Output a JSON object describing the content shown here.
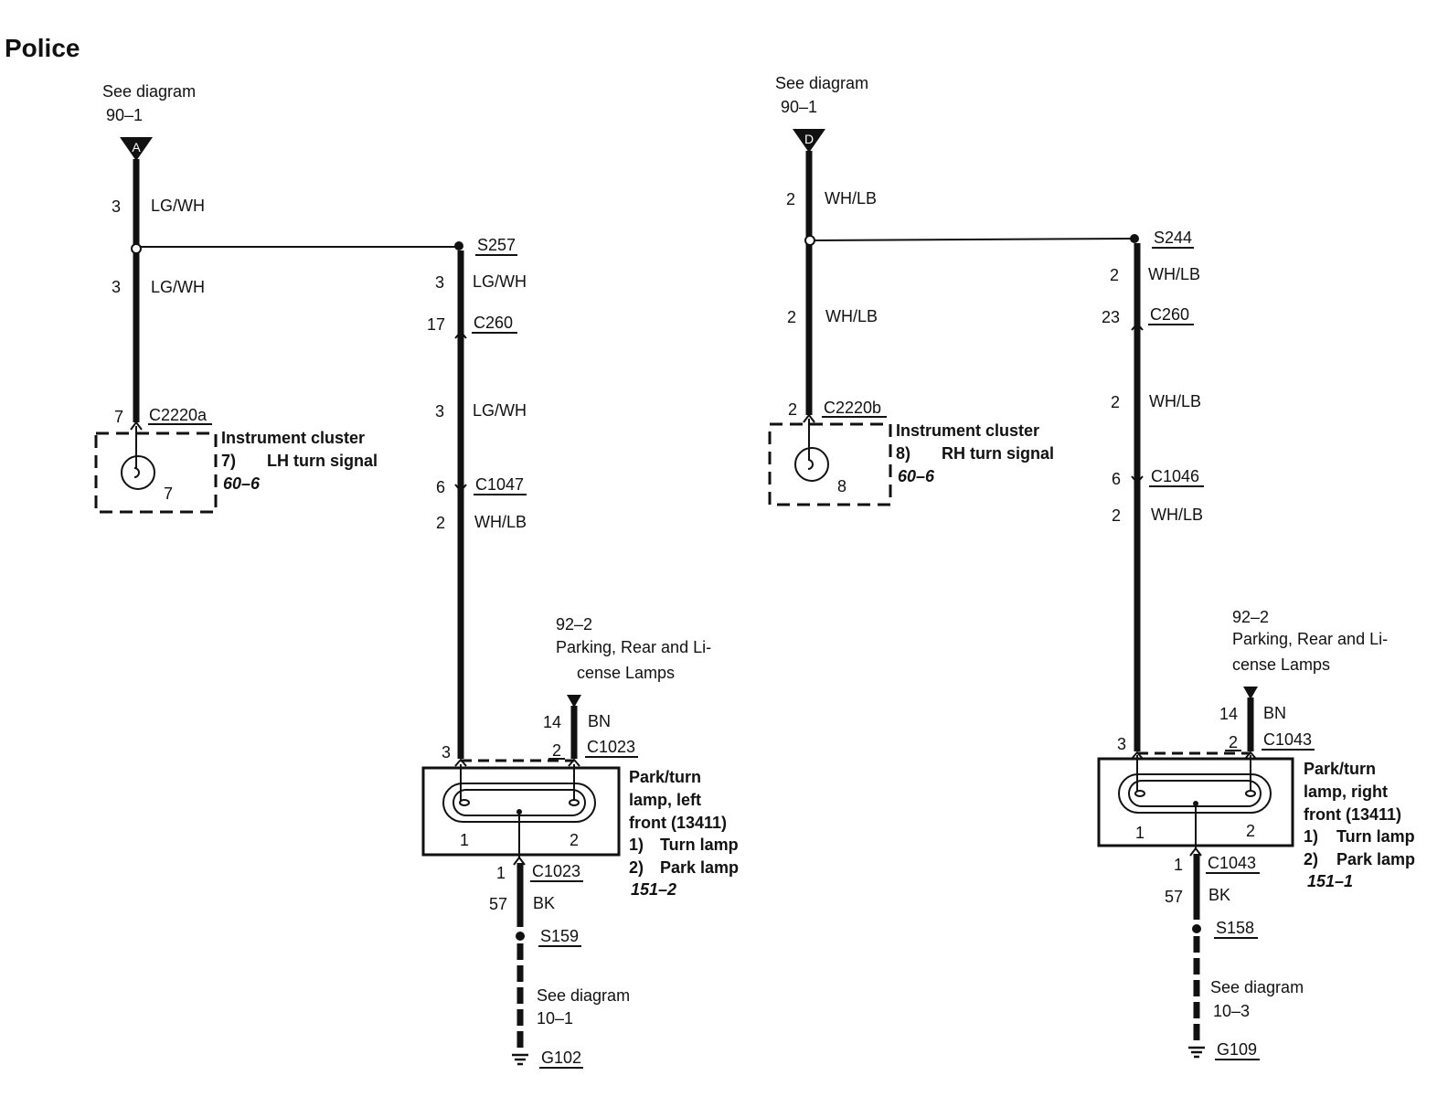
{
  "title": "Police",
  "left": {
    "source_ref": {
      "line1": "See diagram",
      "line2": "90–1",
      "connector_letter": "A"
    },
    "wire_top": {
      "pin": "3",
      "color": "LG/WH"
    },
    "wire_mid": {
      "pin": "3",
      "color": "LG/WH"
    },
    "cluster_connector": {
      "pin": "7",
      "id": "C2220a"
    },
    "cluster": {
      "name": "Instrument cluster",
      "item_num": "7)",
      "item_label": "LH turn signal",
      "ref": "60–6",
      "bulb_num": "7"
    },
    "splice": "S257",
    "branch_wire1": {
      "pin": "3",
      "color": "LG/WH"
    },
    "c260": {
      "pin": "17",
      "id": "C260"
    },
    "branch_wire2": {
      "pin": "3",
      "color": "LG/WH"
    },
    "c1047": {
      "pin": "6",
      "id": "C1047"
    },
    "branch_wire3": {
      "pin": "2",
      "color": "WH/LB"
    },
    "parking_ref": {
      "num": "92–2",
      "line1": "Parking, Rear and Li-",
      "line2": "cense Lamps"
    },
    "bn_wire": {
      "pin": "14",
      "color": "BN"
    },
    "lamp_connector": {
      "pin_left": "3",
      "pin_right": "2",
      "id": "C1023"
    },
    "lamp": {
      "name1": "Park/turn",
      "name2": "lamp, left",
      "name3": "front (13411)",
      "item1_num": "1)",
      "item1": "Turn lamp",
      "item2_num": "2)",
      "item2": "Park lamp",
      "ref": "151–2",
      "pin1": "1",
      "pin2": "2"
    },
    "ground_connector": {
      "pin": "1",
      "id": "C1023"
    },
    "ground_wire": {
      "pin": "57",
      "color": "BK"
    },
    "ground_splice": "S159",
    "ground_ref": {
      "line1": "See diagram",
      "line2": "10–1"
    },
    "ground": "G102"
  },
  "right": {
    "source_ref": {
      "line1": "See diagram",
      "line2": "90–1",
      "connector_letter": "D"
    },
    "wire_top": {
      "pin": "2",
      "color": "WH/LB"
    },
    "wire_mid": {
      "pin": "2",
      "color": "WH/LB"
    },
    "cluster_connector": {
      "pin": "2",
      "id": "C2220b"
    },
    "cluster": {
      "name": "Instrument cluster",
      "item_num": "8)",
      "item_label": "RH turn signal",
      "ref": "60–6",
      "bulb_num": "8"
    },
    "splice": "S244",
    "branch_wire1": {
      "pin": "2",
      "color": "WH/LB"
    },
    "c260": {
      "pin": "23",
      "id": "C260"
    },
    "branch_wire2": {
      "pin": "2",
      "color": "WH/LB"
    },
    "c1046": {
      "pin": "6",
      "id": "C1046"
    },
    "branch_wire3": {
      "pin": "2",
      "color": "WH/LB"
    },
    "parking_ref": {
      "num": "92–2",
      "line1": "Parking, Rear and Li-",
      "line2": "cense Lamps"
    },
    "bn_wire": {
      "pin": "14",
      "color": "BN"
    },
    "lamp_connector": {
      "pin_left": "3",
      "pin_right": "2",
      "id": "C1043"
    },
    "lamp": {
      "name1": "Park/turn",
      "name2": "lamp, right",
      "name3": "front (13411)",
      "item1_num": "1)",
      "item1": "Turn lamp",
      "item2_num": "2)",
      "item2": "Park lamp",
      "ref": "151–1",
      "pin1": "1",
      "pin2": "2"
    },
    "ground_connector": {
      "pin": "1",
      "id": "C1043"
    },
    "ground_wire": {
      "pin": "57",
      "color": "BK"
    },
    "ground_splice": "S158",
    "ground_ref": {
      "line1": "See diagram",
      "line2": "10–3"
    },
    "ground": "G109"
  }
}
